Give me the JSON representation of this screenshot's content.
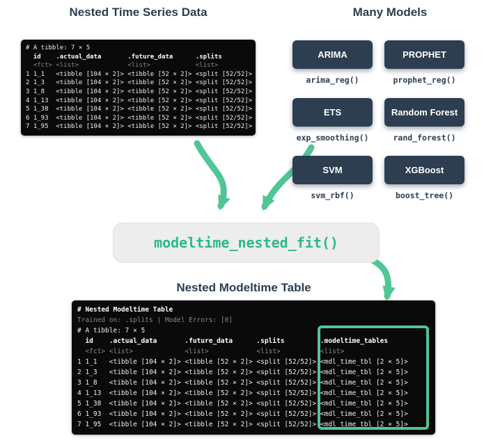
{
  "colors": {
    "navy": "#2c3e50",
    "green": "#52c596",
    "green_text": "#2bb98c",
    "terminal_bg": "#0a0a0a",
    "dim": "#7f8c8d"
  },
  "titles": {
    "nested_data": "Nested Time Series Data",
    "many_models": "Many Models",
    "nested_modeltime": "Nested Modeltime Table"
  },
  "center_box": {
    "label": "modeltime_nested_fit()"
  },
  "models": [
    {
      "name": "ARIMA",
      "fn": "arima_reg()"
    },
    {
      "name": "PROPHET",
      "fn": "prophet_reg()"
    },
    {
      "name": "ETS",
      "fn": "exp_smoothing()"
    },
    {
      "name": "Random Forest",
      "fn": "rand_forest()"
    },
    {
      "name": "SVM",
      "fn": "svm_rbf()"
    },
    {
      "name": "XGBoost",
      "fn": "boost_tree()"
    }
  ],
  "terminal1": {
    "lines": [
      {
        "t": "# A tibble: 7 × 5",
        "c": "norm"
      },
      {
        "t": "  id    .actual_data       .future_data      .splits",
        "c": "bold"
      },
      {
        "t": "  <fct> <list>             <list>            <list>",
        "c": "dim"
      },
      {
        "t": "1 1_1   <tibble [104 × 2]> <tibble [52 × 2]> <split [52/52]>",
        "c": "norm"
      },
      {
        "t": "2 1_3   <tibble [104 × 2]> <tibble [52 × 2]> <split [52/52]>",
        "c": "norm"
      },
      {
        "t": "3 1_8   <tibble [104 × 2]> <tibble [52 × 2]> <split [52/52]>",
        "c": "norm"
      },
      {
        "t": "4 1_13  <tibble [104 × 2]> <tibble [52 × 2]> <split [52/52]>",
        "c": "norm"
      },
      {
        "t": "5 1_38  <tibble [104 × 2]> <tibble [52 × 2]> <split [52/52]>",
        "c": "norm"
      },
      {
        "t": "6 1_93  <tibble [104 × 2]> <tibble [52 × 2]> <split [52/52]>",
        "c": "norm"
      },
      {
        "t": "7 1_95  <tibble [104 × 2]> <tibble [52 × 2]> <split [52/52]>",
        "c": "norm"
      }
    ]
  },
  "terminal2": {
    "lines": [
      {
        "t": "# Nested Modeltime Table",
        "c": "bold"
      },
      {
        "t": "Trained on: .splits | Model Errors: [0]",
        "c": "dim"
      },
      {
        "t": "# A tibble: 7 × 5",
        "c": "norm"
      },
      {
        "t": "  id    .actual_data       .future_data      .splits         .modeltime_tables",
        "c": "bold"
      },
      {
        "t": "  <fct> <list>             <list>            <list>          <list>",
        "c": "dim"
      },
      {
        "t": "1 1_1   <tibble [104 × 2]> <tibble [52 × 2]> <split [52/52]> <mdl_time_tbl [2 × 5]>",
        "c": "norm"
      },
      {
        "t": "2 1_3   <tibble [104 × 2]> <tibble [52 × 2]> <split [52/52]> <mdl_time_tbl [2 × 5]>",
        "c": "norm"
      },
      {
        "t": "3 1_8   <tibble [104 × 2]> <tibble [52 × 2]> <split [52/52]> <mdl_time_tbl [2 × 5]>",
        "c": "norm"
      },
      {
        "t": "4 1_13  <tibble [104 × 2]> <tibble [52 × 2]> <split [52/52]> <mdl_time_tbl [2 × 5]>",
        "c": "norm"
      },
      {
        "t": "5 1_38  <tibble [104 × 2]> <tibble [52 × 2]> <split [52/52]> <mdl_time_tbl [2 × 5]>",
        "c": "norm"
      },
      {
        "t": "6 1_93  <tibble [104 × 2]> <tibble [52 × 2]> <split [52/52]> <mdl_time_tbl [2 × 5]>",
        "c": "norm"
      },
      {
        "t": "7 1_95  <tibble [104 × 2]> <tibble [52 × 2]> <split [52/52]> <mdl_time_tbl [2 × 5]>",
        "c": "norm"
      }
    ]
  }
}
